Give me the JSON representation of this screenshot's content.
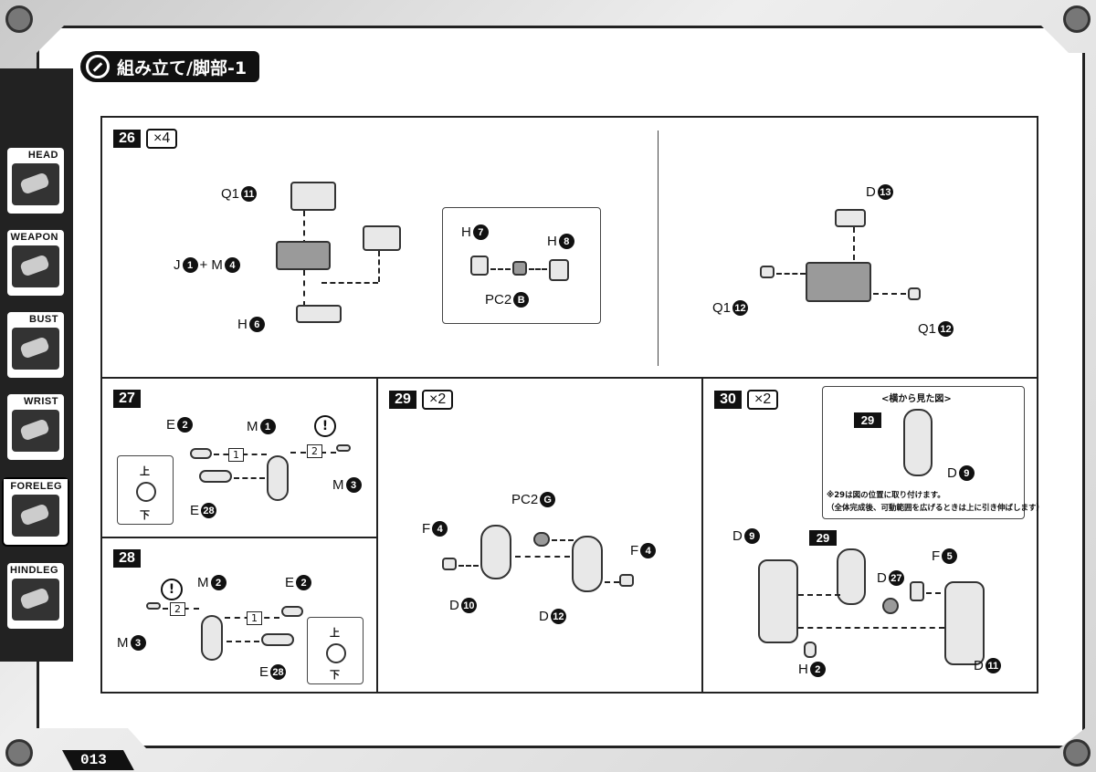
{
  "header": {
    "title": "組み立て/脚部-1"
  },
  "sidebar": {
    "tabs": [
      {
        "label": "HEAD",
        "active": false
      },
      {
        "label": "WEAPON",
        "active": false
      },
      {
        "label": "BUST",
        "active": false
      },
      {
        "label": "WRIST",
        "active": false
      },
      {
        "label": "FORELEG",
        "active": true
      },
      {
        "label": "HINDLEG",
        "active": false
      }
    ]
  },
  "steps": {
    "s26": {
      "number": "26",
      "multiplier": "×4",
      "labels": {
        "q1": "Q1",
        "q1n": "11",
        "jm": "J",
        "jn": "1",
        "plus": "+ M",
        "mn": "4",
        "h6": "H",
        "h6n": "6",
        "h7": "H",
        "h7n": "7",
        "h8": "H",
        "h8n": "8",
        "pc2": "PC2",
        "pc2n": "B",
        "d13": "D",
        "d13n": "13",
        "q1a": "Q1",
        "q1an": "12",
        "q1b": "Q1",
        "q1bn": "12"
      }
    },
    "s27": {
      "number": "27",
      "labels": {
        "e2": "E",
        "e2n": "2",
        "m1": "M",
        "m1n": "1",
        "m3": "M",
        "m3n": "3",
        "e28": "E",
        "e28n": "28",
        "step1": "1",
        "step2": "2",
        "up": "上",
        "down": "下",
        "warn": "!"
      }
    },
    "s28": {
      "number": "28",
      "labels": {
        "m2": "M",
        "m2n": "2",
        "e2": "E",
        "e2n": "2",
        "m3": "M",
        "m3n": "3",
        "e28": "E",
        "e28n": "28",
        "step1": "1",
        "step2": "2",
        "up": "上",
        "down": "下",
        "warn": "!"
      }
    },
    "s29": {
      "number": "29",
      "multiplier": "×2",
      "labels": {
        "pc2": "PC2",
        "pc2n": "G",
        "f4a": "F",
        "f4an": "4",
        "f4b": "F",
        "f4bn": "4",
        "d10": "D",
        "d10n": "10",
        "d12": "D",
        "d12n": "12"
      }
    },
    "s30": {
      "number": "30",
      "multiplier": "×2",
      "inset_title": "<横から見た図>",
      "inset_badge": "29",
      "note1": "※29は図の位置に取り付けます。",
      "note2": "（全体完成後、可動範囲を広げるときは上に引き伸ばします）",
      "labels": {
        "d9a": "D",
        "d9an": "9",
        "d9b": "D",
        "d9bn": "9",
        "badge29": "29",
        "f5": "F",
        "f5n": "5",
        "d27": "D",
        "d27n": "27",
        "h2": "H",
        "h2n": "2",
        "d11": "D",
        "d11n": "11"
      }
    }
  },
  "footer": {
    "page_number": "013"
  }
}
